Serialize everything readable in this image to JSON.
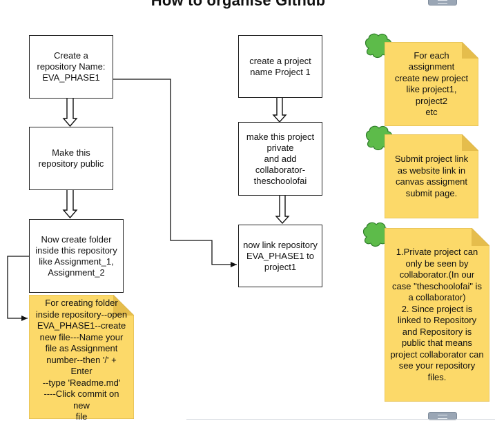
{
  "title": "How to organise Github",
  "boxes": {
    "create_repo": "Create a\nrepository Name:\nEVA_PHASE1",
    "make_public": "Make this\nrepository public",
    "create_folder": "Now create folder\ninside this repository\nlike Assignment_1,\nAssignment_2",
    "create_project": "create a project\nname Project 1",
    "make_private": "make this project\nprivate\nand add\ncollaborator-\ntheschoolofai",
    "link_repo": "now link repository\nEVA_PHASE1 to\nproject1"
  },
  "notes": {
    "folder_steps": "For creating folder\ninside repository--open\nEVA_PHASE1--create\nnew file---Name your\nfile as Assignment\nnumber--then '/' + Enter\n--type 'Readme.md'\n----Click commit on new\nfile",
    "each_assignment": "For each assignment\ncreate new project\nlike project1, project2\netc",
    "submit_link": "Submit project link\nas website link in\ncanvas assigment\nsubmit page.",
    "private_info": "1.Private project can\nonly be seen by\ncollaborator.(In our\ncase \"theschoolofai\" is\na collaborator)\n2. Since project is\nlinked to Repository\nand Repository is\npublic that means\nproject collaborator can\nsee your repository\nfiles."
  },
  "colors": {
    "note_fill": "#fcd969",
    "note_fold": "#e5bd4c",
    "note_border": "#d9b34a",
    "cloud_fill": "#5dbb4a",
    "cloud_stroke": "#2f7d2a",
    "line": "#111111"
  },
  "icons": [
    "green-cloud-icon",
    "scroll-handle-icon"
  ]
}
